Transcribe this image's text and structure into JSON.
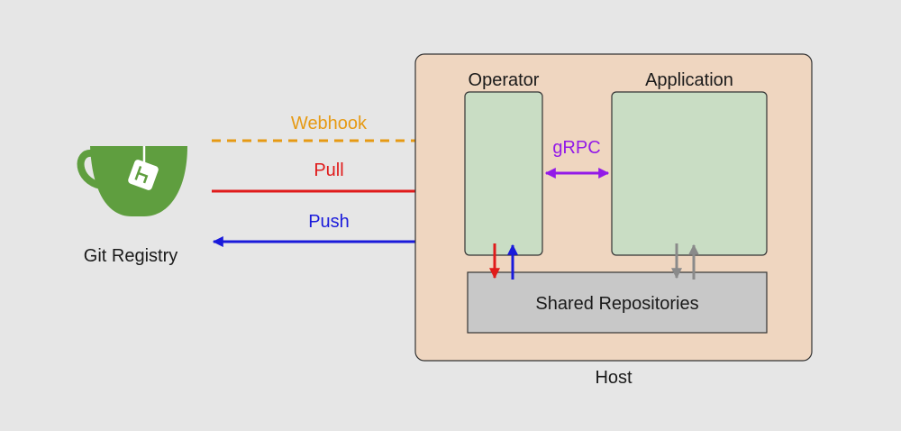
{
  "registry": {
    "label": "Git Registry",
    "icon": "gitea-teacup-icon"
  },
  "arrows": {
    "webhook": {
      "label": "Webhook",
      "color": "#e69a14",
      "style": "dashed"
    },
    "pull": {
      "label": "Pull",
      "color": "#e01b1b"
    },
    "push": {
      "label": "Push",
      "color": "#1a1adb"
    },
    "grpc": {
      "label": "gRPC",
      "color": "#9319e8"
    }
  },
  "host": {
    "label": "Host",
    "fill": "#efd6c0",
    "operator": {
      "label": "Operator"
    },
    "application": {
      "label": "Application"
    },
    "shared": {
      "label": "Shared Repositories"
    }
  },
  "colors": {
    "background": "#e6e6e6",
    "component_fill": "#c9ddc4",
    "shared_fill": "#c8c8c8",
    "gray_arrow": "#8a8a8a",
    "logo_green": "#5f9e3f"
  }
}
